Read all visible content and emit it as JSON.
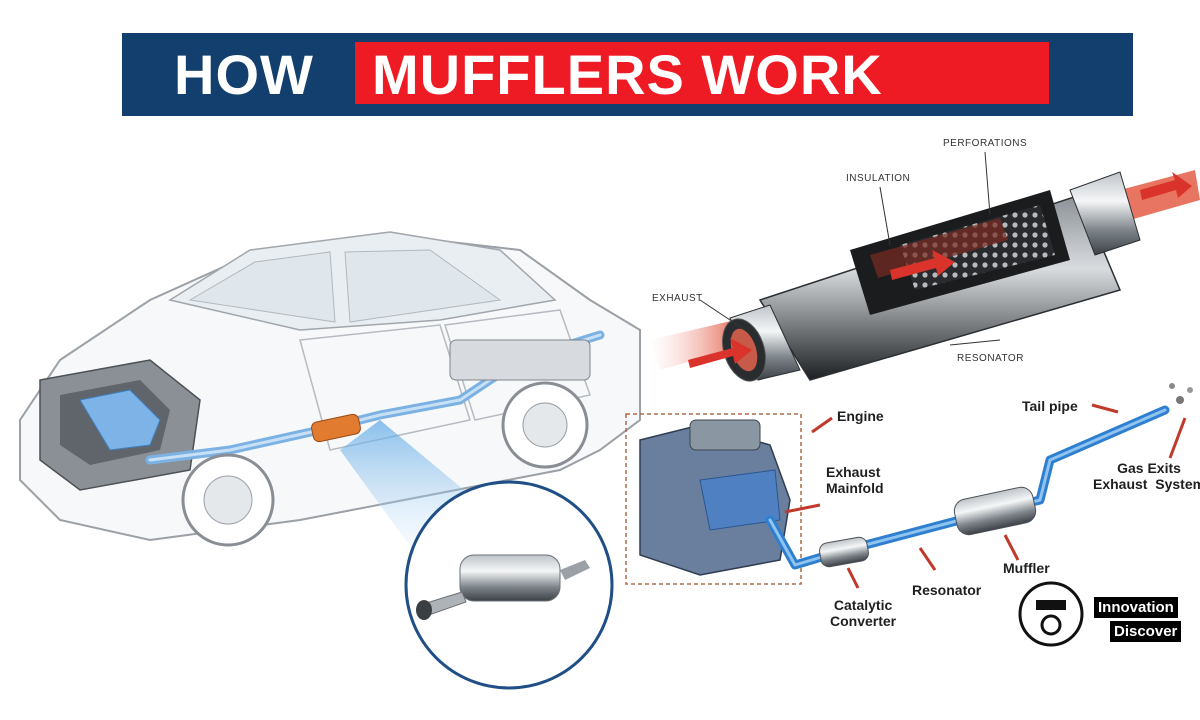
{
  "title": {
    "part1": "HOW",
    "part2": "MUFFLERS WORK"
  },
  "muffler_labels": {
    "perforations": "PERFORATIONS",
    "insulation": "INSULATION",
    "exhaust": "EXHAUST",
    "resonator": "RESONATOR"
  },
  "system_labels": {
    "engine": "Engine",
    "tail_pipe": "Tail pipe",
    "exhaust_manifold_1": "Exhaust",
    "exhaust_manifold_2": "Mainfold",
    "gas_exits_1": "Gas Exits",
    "gas_exits_2": "Exhaust  System",
    "muffler": "Muffler",
    "resonator": "Resonator",
    "catalytic_1": "Catalytic",
    "catalytic_2": "Converter"
  },
  "brand": {
    "line1": "Innovation",
    "line2": "Discover"
  },
  "colors": {
    "banner_blue": "#123f6e",
    "banner_red": "#ef1b24",
    "pipe_blue": "#3a8fd8",
    "arrow_red": "#c0392b"
  }
}
